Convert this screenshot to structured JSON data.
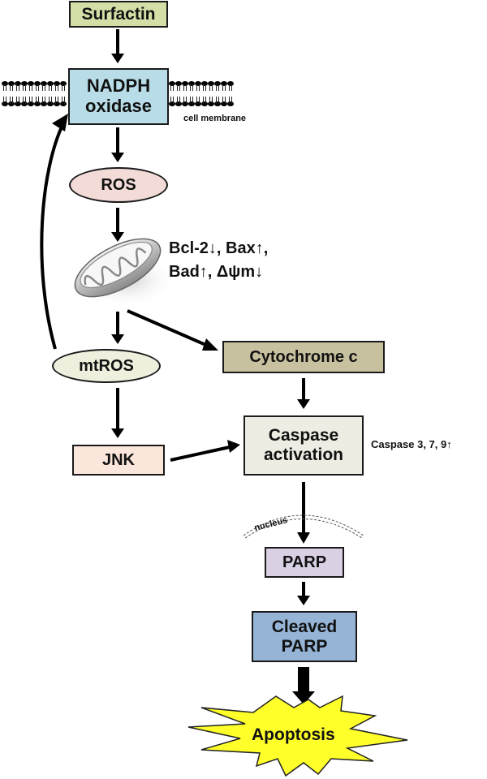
{
  "diagram": {
    "nodes": {
      "surfactin": {
        "label": "Surfactin",
        "color": "#d2dfa6"
      },
      "nadph": {
        "line1": "NADPH",
        "line2": "oxidase",
        "color": "#b9dde8"
      },
      "ros": {
        "label": "ROS",
        "color": "#f3dbd8"
      },
      "mtros": {
        "label": "mtROS",
        "color": "#eef0dd"
      },
      "cytochrome": {
        "label": "Cytochrome c",
        "color": "#c8c1a0"
      },
      "jnk": {
        "label": "JNK",
        "color": "#fbe6dc"
      },
      "caspase": {
        "line1": "Caspase",
        "line2": "activation",
        "color": "#eeede4"
      },
      "parp": {
        "label": "PARP",
        "color": "#d9d0e4"
      },
      "cleaved": {
        "line1": "Cleaved",
        "line2": "PARP",
        "color": "#95b4d6"
      },
      "apoptosis": {
        "label": "Apoptosis",
        "color": "#ffff2a"
      }
    },
    "annotations": {
      "cell_membrane": "cell membrane",
      "mito_line1": "Bcl-2↓, Bax↑,",
      "mito_line2": "Bad↑, Δψm↓",
      "caspase_note": "Caspase 3, 7, 9↑",
      "nucleus": "nucleus"
    },
    "icons": [
      "cell-membrane-bilayer-icon",
      "mitochondrion-icon",
      "nucleus-envelope-icon",
      "explosion-burst-icon"
    ]
  }
}
